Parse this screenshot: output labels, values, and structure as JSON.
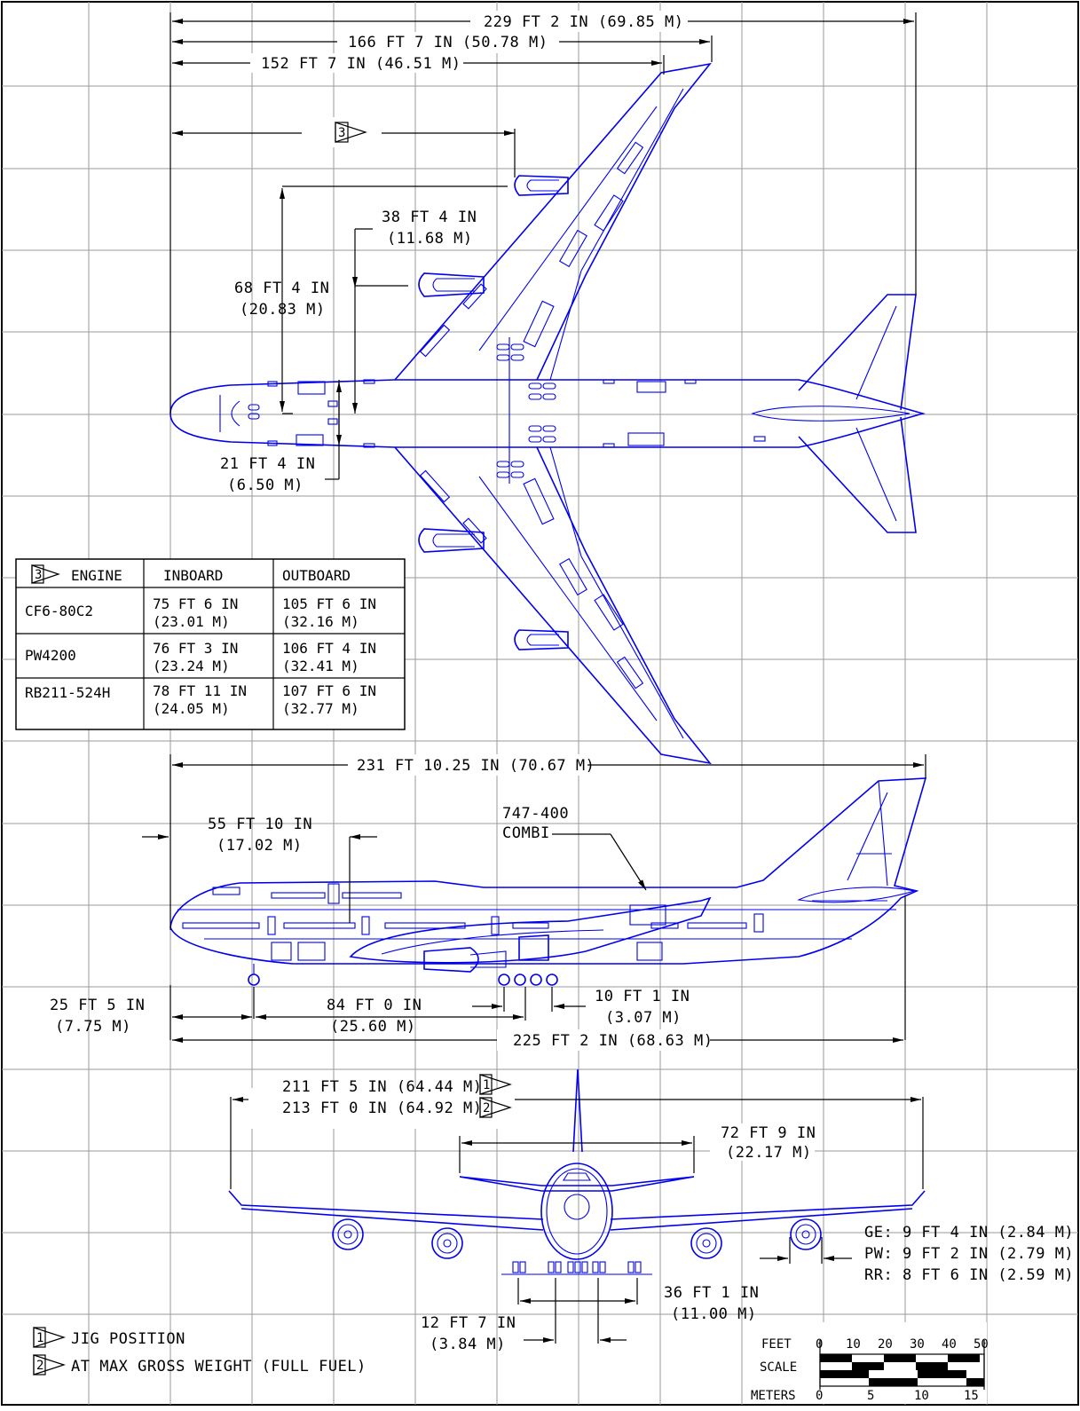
{
  "dimensions": {
    "top_span": "229 FT 2 IN (69.85 M)",
    "top_166": "166 FT 7 IN (50.78 M)",
    "top_152": "152 FT 7 IN (46.51 M)",
    "note3_flag": "3",
    "wing_38_l1": "38 FT 4 IN",
    "wing_38_l2": "(11.68 M)",
    "wing_68_l1": "68 FT 4 IN",
    "wing_68_l2": "(20.83 M)",
    "fus_21_l1": "21 FT 4 IN",
    "fus_21_l2": "(6.50 M)",
    "side_231": "231 FT 10.25 IN (70.67 M)",
    "side_55_l1": "55 FT 10 IN",
    "side_55_l2": "(17.02 M)",
    "combi_l1": "747-400",
    "combi_l2": "COMBI",
    "side_25_l1": "25 FT 5 IN",
    "side_25_l2": "(7.75 M)",
    "side_84_l1": "84 FT 0 IN",
    "side_84_l2": "(25.60 M)",
    "side_10_l1": "10 FT 1 IN",
    "side_10_l2": "(3.07 M)",
    "side_225": "225 FT 2 IN (68.63 M)",
    "front_211": "211 FT 5 IN (64.44 M)",
    "front_213": "213 FT 0 IN (64.92 M)",
    "flag1": "1",
    "flag2": "2",
    "front_72_l1": "72 FT 9 IN",
    "front_72_l2": "(22.17 M)",
    "front_36_l1": "36 FT 1 IN",
    "front_36_l2": "(11.00 M)",
    "front_12_l1": "12 FT 7 IN",
    "front_12_l2": "(3.84 M)",
    "engine_ge": "GE: 9 FT 4 IN (2.84 M)",
    "engine_pw": "PW: 9 FT 2 IN (2.79 M)",
    "engine_rr": "RR: 8 FT 6 IN (2.59 M)"
  },
  "engine_table": {
    "flag": "3",
    "headers": [
      "ENGINE",
      "INBOARD",
      "OUTBOARD"
    ],
    "rows": [
      {
        "engine": "CF6-80C2",
        "in1": "75 FT 6 IN",
        "in2": "(23.01 M)",
        "out1": "105 FT 6 IN",
        "out2": "(32.16 M)"
      },
      {
        "engine": "PW4200",
        "in1": "76 FT 3 IN",
        "in2": "(23.24 M)",
        "out1": "106 FT 4 IN",
        "out2": "(32.41 M)"
      },
      {
        "engine": "RB211-524H",
        "in1": "78 FT 11 IN",
        "in2": "(24.05 M)",
        "out1": "107 FT 6 IN",
        "out2": "(32.77 M)"
      }
    ]
  },
  "notes": [
    {
      "flag": "1",
      "text": "JIG POSITION"
    },
    {
      "flag": "2",
      "text": "AT MAX GROSS WEIGHT (FULL FUEL)"
    }
  ],
  "scale": {
    "feet_label": "FEET",
    "feet_ticks": [
      "0",
      "10",
      "20",
      "30",
      "40",
      "50"
    ],
    "scale_label": "SCALE",
    "meters_label": "METERS",
    "meters_ticks": [
      "0",
      "5",
      "10",
      "15"
    ]
  },
  "colors": {
    "aircraft": "#0000ee",
    "dimension": "#000000",
    "grid": "#9a9a9a"
  }
}
